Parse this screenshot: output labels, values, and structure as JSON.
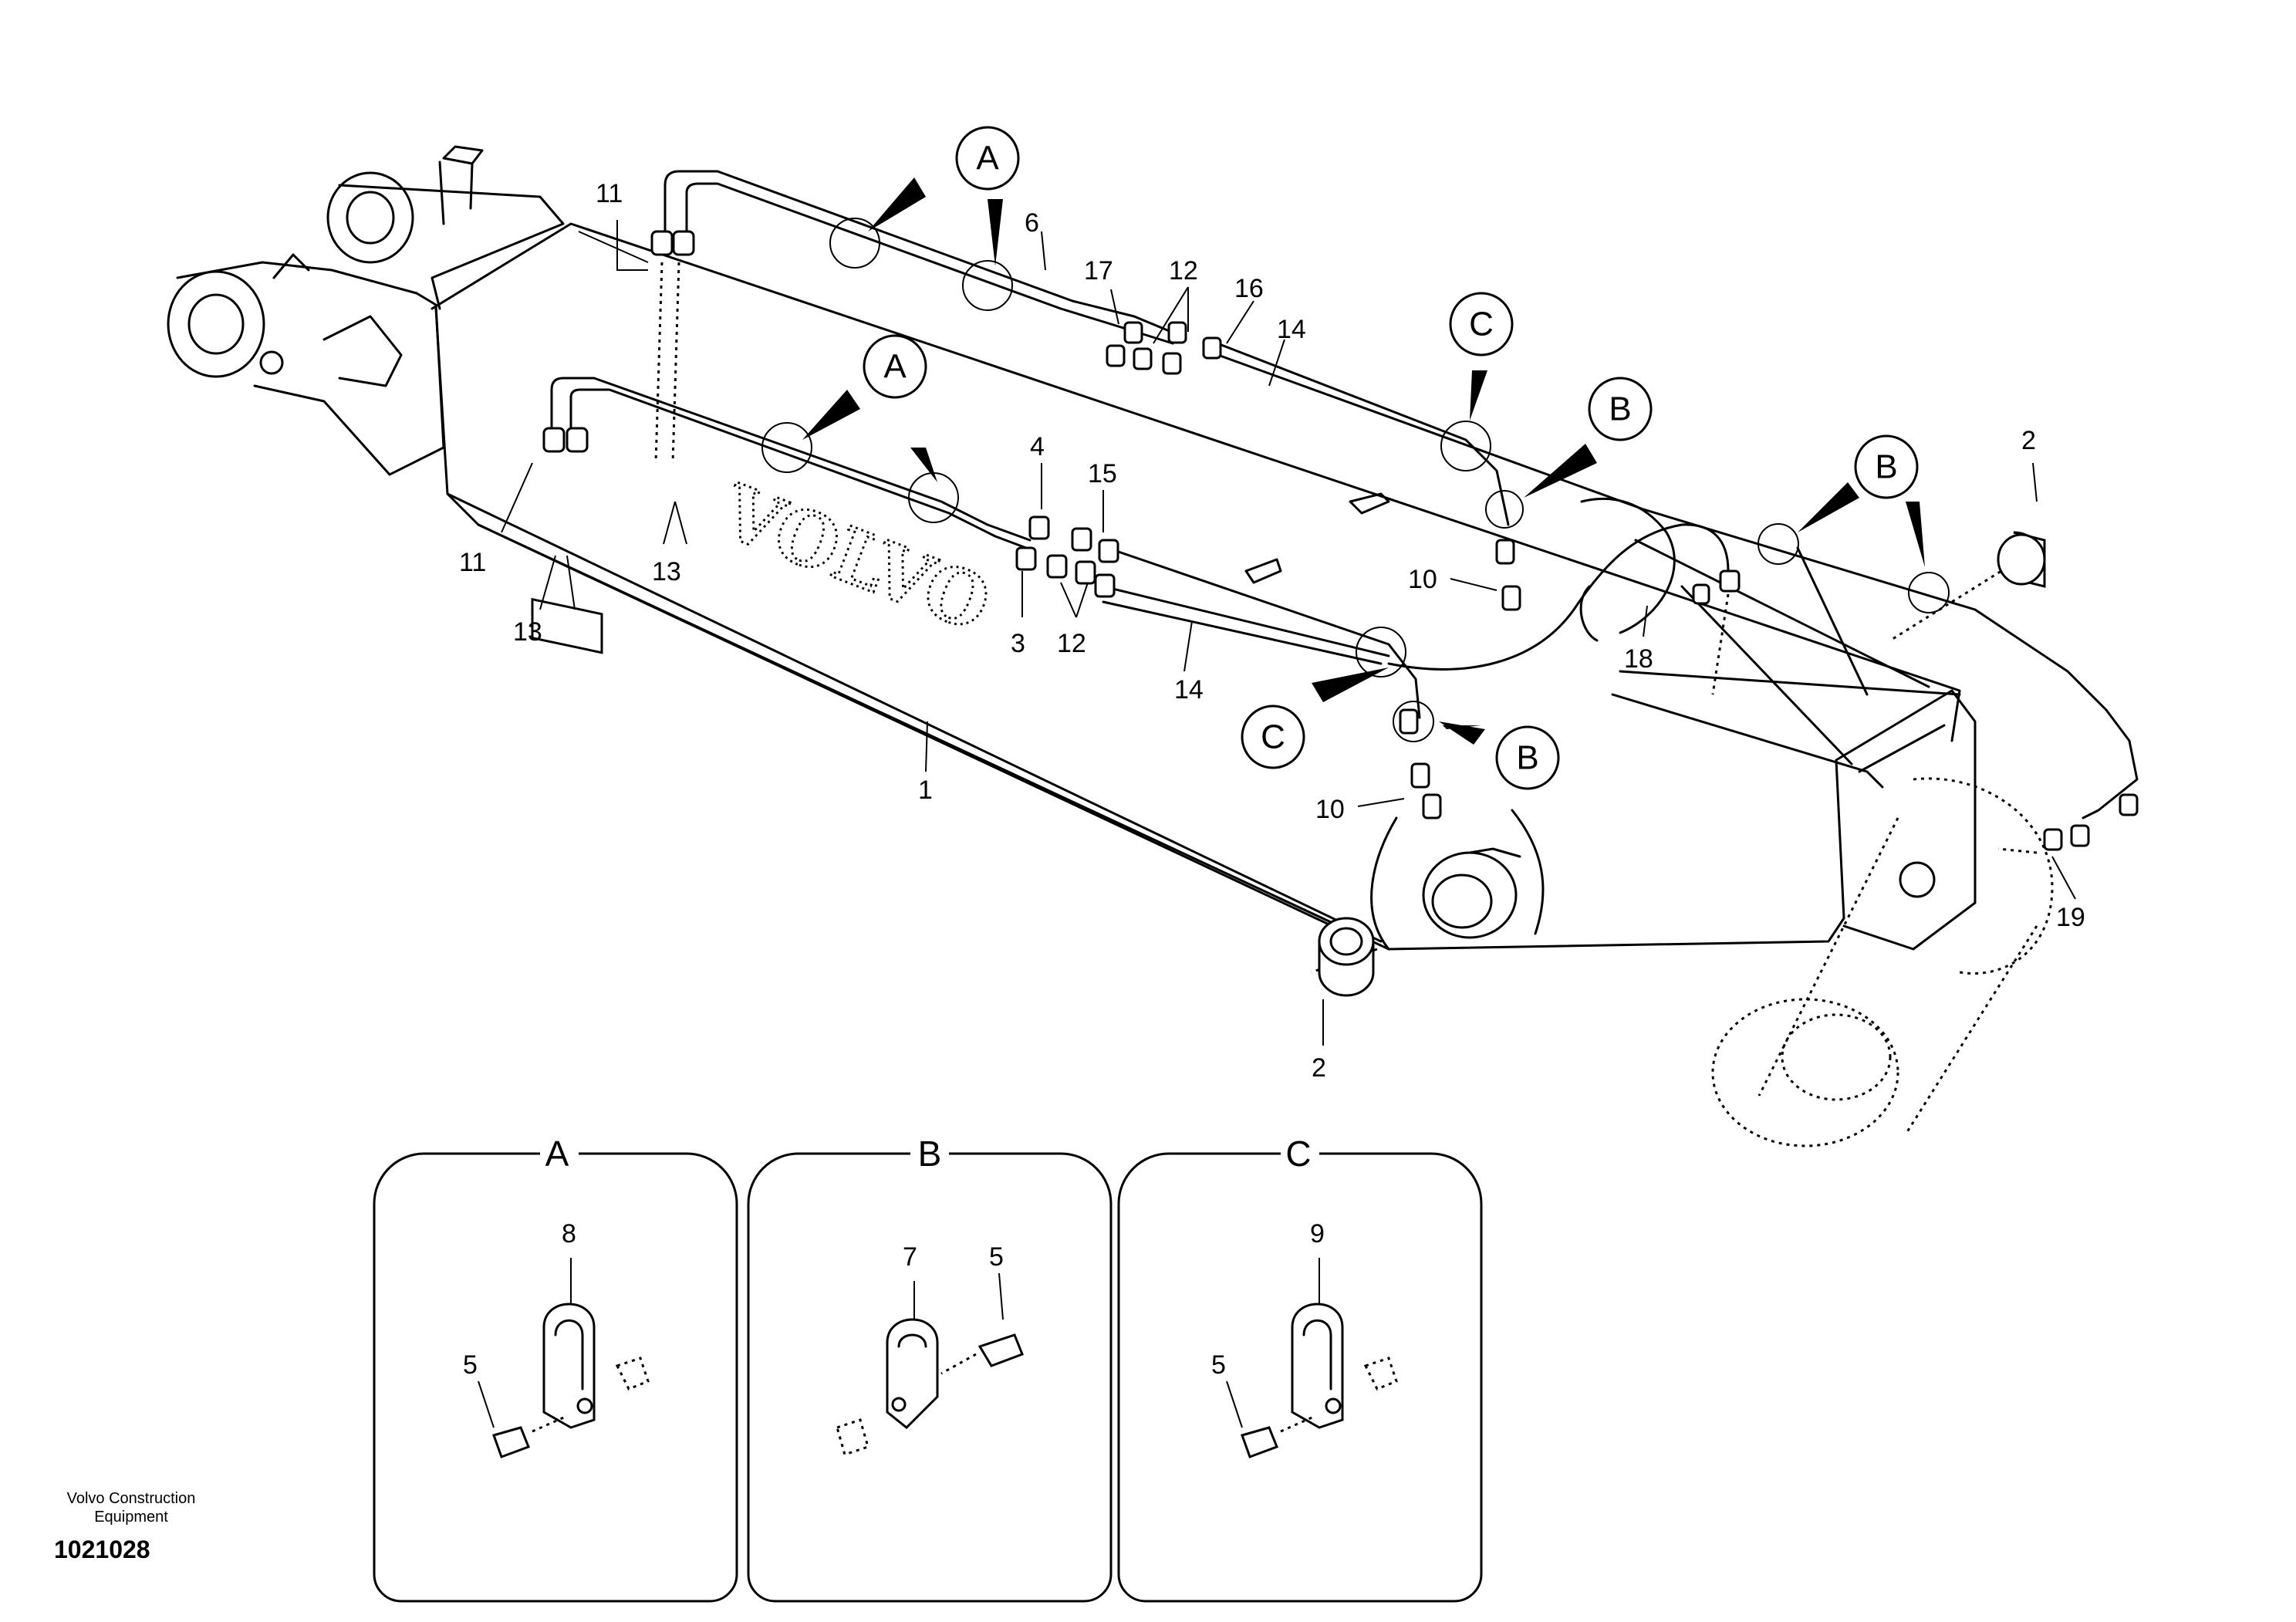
{
  "brand_watermark": "VOLVO",
  "company": "Volvo Construction Equipment",
  "drawing_number": "1021028",
  "callouts": [
    "A",
    "B",
    "C"
  ],
  "part_numbers": [
    "1",
    "2",
    "3",
    "4",
    "5",
    "6",
    "7",
    "8",
    "9",
    "10",
    "11",
    "12",
    "13",
    "14",
    "15",
    "16",
    "17",
    "18",
    "19"
  ],
  "detail_panels": [
    {
      "label": "A",
      "parts": [
        "8",
        "5"
      ]
    },
    {
      "label": "B",
      "parts": [
        "7",
        "5"
      ]
    },
    {
      "label": "C",
      "parts": [
        "9",
        "5"
      ]
    }
  ]
}
